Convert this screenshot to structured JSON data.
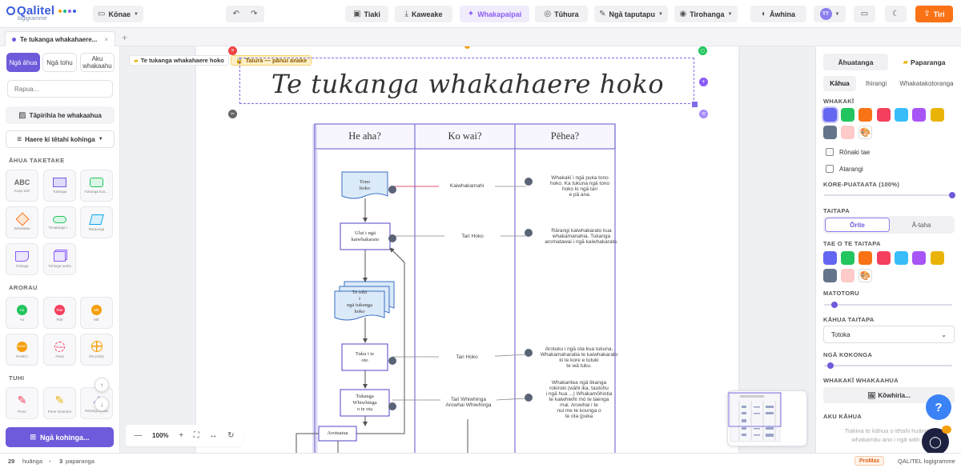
{
  "app": {
    "name": "Qalitel",
    "tagline": "logigramme",
    "brand_colors": [
      "#3b5bdb",
      "#f59e0b",
      "#10b981",
      "#8b5cf6"
    ]
  },
  "header": {
    "file_menu": "Kōnae",
    "undo_icon": "undo-icon",
    "redo_icon": "redo-icon",
    "buttons": {
      "save": "Tiaki",
      "download": "Kaweake",
      "ai": "Whakapaipai",
      "check": "Tūhura",
      "settings": "Ngā taputapu",
      "view": "Tirohanga",
      "share_view": "Āwhina",
      "share": "Tiri"
    },
    "avatar_initials": "TT",
    "accent": "#f97316"
  },
  "tabs": {
    "doc_title": "Te tukanga whakahaere...",
    "close": "×",
    "add": "+"
  },
  "left": {
    "segments": [
      "Ngā āhua",
      "Ngā tohu",
      "Aku whakaahu"
    ],
    "search_placeholder": "Rapua...",
    "import_image": "Tāpirihia he whakaahua",
    "goto_page": "Haere ki tētahi kohinga",
    "section_shapes": "ĀHUA TAKETAKE",
    "shapes": [
      "Kupu tuhi",
      "Tukanga",
      "Tukanga kua…",
      "Whakatau",
      "Timatanga /…",
      "Raraunga",
      "Tuhinga",
      "Tuhinga maha"
    ],
    "shape_icon_text": "ABC",
    "section_actors": "ARORAU",
    "actors": [
      {
        "label": "Ao",
        "caption": "Ao",
        "color": "#22c55e"
      },
      {
        "label": "Rite",
        "caption": "Rite",
        "color": "#ef4444"
      },
      {
        "label": "MÉ",
        "caption": "MÉ",
        "color": "#f59e0b"
      },
      {
        "label": "RAMCI",
        "caption": "RAMCI",
        "color": "#f59e0b"
      },
      {
        "label": "Ahua",
        "caption": "Ahua",
        "color": "#ef4444"
      },
      {
        "label": "",
        "caption": "Oti (rohe)",
        "color": "#f59e0b"
      }
    ],
    "section_draw": "TUHI",
    "draw_tools": [
      "Pene",
      "Pene miramira",
      "Rārangi kakau"
    ],
    "more": "Ngā kohinga..."
  },
  "canvas": {
    "crumb": "Te tukanga whakahaere hoko",
    "badge": "Taiura — pānui anake",
    "title": "Te tukanga whakahaere hoko",
    "columns": [
      "He aha?",
      "Ko wai?",
      "Pēhea?"
    ],
    "nodes": {
      "n1": [
        "Tono",
        "hoko"
      ],
      "n2": [
        "Ului i ngā",
        "kaiwhakarato"
      ],
      "n3": [
        "Te tohi",
        "i",
        "ngā tukunga",
        "hoko"
      ],
      "n4": [
        "Tuku i te",
        "oto"
      ],
      "n5": [
        "Tukanga",
        "Whiwhinga",
        "o te ota"
      ],
      "n6": [
        "Arotuatua"
      ]
    },
    "who": [
      "Kaiwhakamahi",
      "Tari Hoko",
      "Tari Hoko",
      [
        "Tari Whiwhinga",
        "Arowhai Whiwhinga"
      ]
    ],
    "how": [
      [
        "Whakakī i ngā puka tono",
        "hoko. Ka tukuna ngā tono",
        "hoko ki ngā tari",
        "e pā ana."
      ],
      [
        "Rārangi kaiwhakarato kua",
        "whakamanahia. Tukanga",
        "aromatawai i ngā kaiwhakarato."
      ],
      [
        "Arotuku i ngā ota kua tukuna.",
        "Whakamaharatia te kaiwhakarato",
        "ki te kore e tutuki",
        "te wā tuku."
      ],
      [
        "Whakaritea ngā tikanga",
        "rokiroki (wāhi ika, tautohu",
        "i ngā hua ...) Whakamōhiotia",
        "te kaiwhiwhi mō te taenga",
        "mai. Arowhai i te",
        "nui me te kounga o",
        "te ota (puka"
      ]
    ],
    "zoom": "100%",
    "accent": "#7c6ee6"
  },
  "right": {
    "tabs": [
      "Āhuatanga",
      "Paparanga"
    ],
    "subtabs": [
      "Kāhua",
      "Ihirangi",
      "Whakatakotoranga"
    ],
    "fill_label": "WHAKAKĪ",
    "fill_colors": [
      "#6366f1",
      "#22c55e",
      "#f97316",
      "#f43f5e",
      "#38bdf8",
      "#a855f7",
      "#eab308",
      "#64748b",
      "#fecaca"
    ],
    "shadow": "Rōnaki tae",
    "gradient": "Atarangi",
    "opacity_label": "KORE-PUATAATA (100%)",
    "opacity_value": 1.0,
    "border_label": "TAITAPA",
    "border_options": [
      "Ōrite",
      "Ā-taha"
    ],
    "border_color_label": "TAE O TE TAITAPA",
    "thickness_label": "MATOTORU",
    "thickness_value": 0.08,
    "style_label": "KĀHUA TAITAPA",
    "style_value": "Totoka",
    "corners_label": "NGĀ KOKONGA",
    "corners_value": 0.05,
    "image_fill_label": "WHAKAKĪ WHAKAAHUA",
    "image_fill_button": "Kōwhiria...",
    "mystyle_label": "AKU KĀHUA",
    "mystyle_hint": "Tiakina te kāhua o tētahi huānga whakamāu ano i ngā wāh..."
  },
  "status": {
    "elements_count": "29",
    "elements_label": "huānga",
    "pages_count": "3",
    "pages_label": "paparanga",
    "plan": "ProMax",
    "product": "QALITEL logigramme"
  }
}
